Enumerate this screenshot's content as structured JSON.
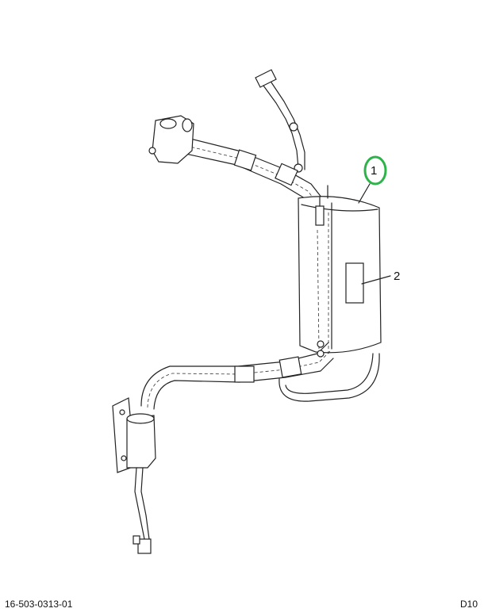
{
  "callouts": [
    {
      "label": "1",
      "highlighted": true
    },
    {
      "label": "2",
      "highlighted": false
    }
  ],
  "footer": {
    "part_number": "16-503-0313-01",
    "sheet_code": "D10"
  },
  "colors": {
    "line": "#222222",
    "highlight": "#2db34a",
    "background": "#ffffff"
  }
}
